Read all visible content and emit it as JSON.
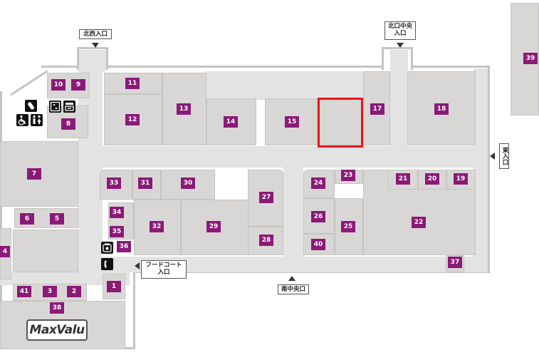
{
  "entrances": {
    "north_west": "北西入口",
    "north_center": "北口中央入口",
    "east": "東入口",
    "south_center": "南中央口",
    "food_court": "フードコート入口"
  },
  "shops": {
    "s1": "1",
    "s2": "2",
    "s3": "3",
    "s4": "4",
    "s5": "5",
    "s6": "6",
    "s7": "7",
    "s8": "8",
    "s9": "9",
    "s10": "10",
    "s11": "11",
    "s12": "12",
    "s13": "13",
    "s14": "14",
    "s15": "15",
    "s17": "17",
    "s18": "18",
    "s19": "19",
    "s20": "20",
    "s21": "21",
    "s22": "22",
    "s23": "23",
    "s24": "24",
    "s25": "25",
    "s26": "26",
    "s27": "27",
    "s28": "28",
    "s29": "29",
    "s30": "30",
    "s31": "31",
    "s32": "32",
    "s33": "33",
    "s34": "34",
    "s35": "35",
    "s36": "36",
    "s37": "37",
    "s38": "38",
    "s39": "39",
    "s40": "40",
    "s41": "41"
  },
  "anchor_store": "MaxValu",
  "icons": [
    "nursing-room-icon",
    "wheelchair-icon",
    "restroom-icon",
    "elevator-icon",
    "atm-icon",
    "telephone-icon",
    "payphone-icon"
  ],
  "colors": {
    "shop_label": "#8a1a78",
    "selected_outline": "#e8161b",
    "corridor": "#e3e3e3",
    "shop_area": "#d9d7d5"
  }
}
